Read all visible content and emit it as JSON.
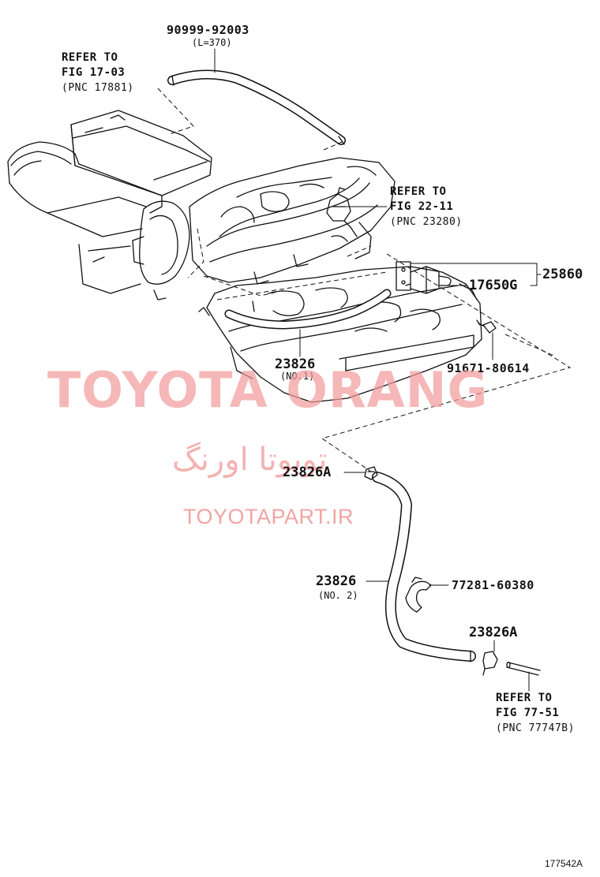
{
  "parts": {
    "p90999": {
      "number": "90999-92003",
      "note": "(L=370)"
    },
    "ref17": {
      "line1": "REFER TO",
      "line2": "FIG 17-03",
      "line3": "(PNC 17881)"
    },
    "ref22": {
      "line1": "REFER TO",
      "line2": "FIG 22-11",
      "line3": "(PNC 23280)"
    },
    "p25860": {
      "number": "25860"
    },
    "p17650G": {
      "number": "17650G"
    },
    "p91671": {
      "number": "91671-80614"
    },
    "p23826_no1": {
      "number": "23826",
      "note": "(NO.1)"
    },
    "p23826A_upper": {
      "number": "23826A"
    },
    "p23826_no2": {
      "number": "23826",
      "note": "(NO. 2)"
    },
    "p77281": {
      "number": "77281-60380"
    },
    "p23826A_lower": {
      "number": "23826A"
    },
    "ref77": {
      "line1": "REFER TO",
      "line2": "FIG 77-51",
      "line3": "(PNC 77747B)"
    }
  },
  "watermark": {
    "latin": "TOYOTA ORANG",
    "persian": "تویوتا اورنگ",
    "site": "TOYOTAPART.IR"
  },
  "diagram_code": "177542A",
  "colors": {
    "line": "#111111",
    "watermark": "#f29a9a"
  }
}
